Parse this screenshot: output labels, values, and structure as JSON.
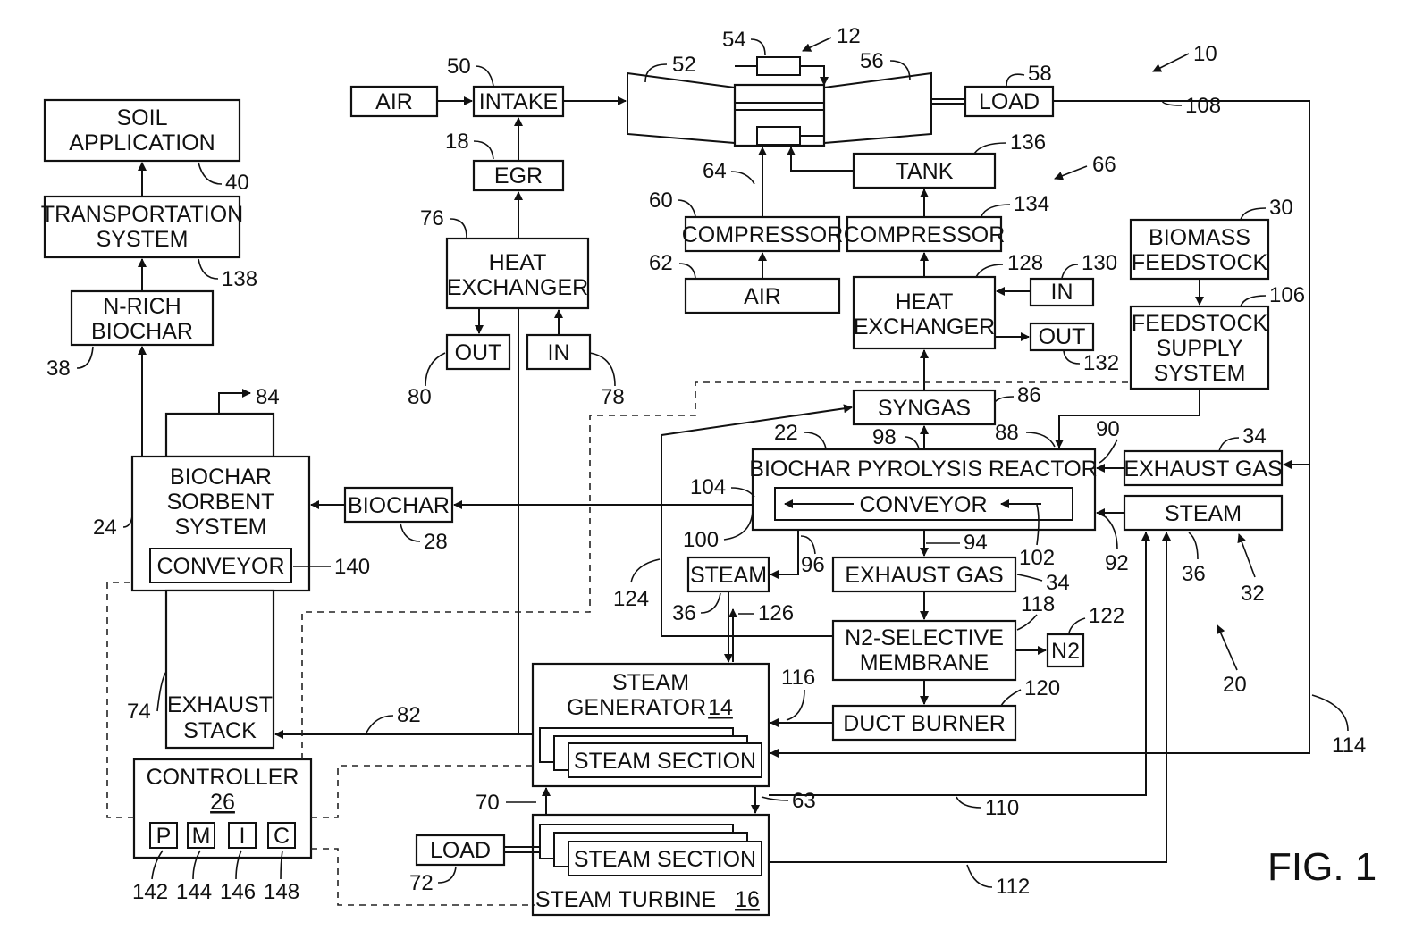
{
  "labels": {
    "air1": "AIR",
    "intake": "INTAKE",
    "egr": "EGR",
    "load1": "LOAD",
    "hx1_a": "HEAT",
    "hx1_b": "EXCHANGER",
    "out1": "OUT",
    "in1": "IN",
    "tank": "TANK",
    "comp1": "COMPRESSOR",
    "comp2": "COMPRESSOR",
    "air2": "AIR",
    "hx2_a": "HEAT",
    "hx2_b": "EXCHANGER",
    "in2": "IN",
    "out2": "OUT",
    "biomass_a": "BIOMASS",
    "biomass_b": "FEEDSTOCK",
    "feed_a": "FEEDSTOCK",
    "feed_b": "SUPPLY",
    "feed_c": "SYSTEM",
    "syngas": "SYNGAS",
    "reactor": "BIOCHAR  PYROLYSIS  REACTOR",
    "conveyor1": "CONVEYOR",
    "exhaust_gas1": "EXHAUST  GAS",
    "steam1": "STEAM",
    "steam2": "STEAM",
    "exhaust_gas2": "EXHAUST  GAS",
    "membrane_a": "N2-SELECTIVE",
    "membrane_b": "MEMBRANE",
    "n2": "N2",
    "duct_burner": "DUCT  BURNER",
    "steamgen_a": "STEAM",
    "steamgen_b": "GENERATOR",
    "steamgen_num": "14",
    "steam_section1": "STEAM    SECTION",
    "steam_section2": "STEAM    SECTION",
    "turbine_a": "STEAM    TURBINE",
    "turbine_num": "16",
    "load2": "LOAD",
    "soil_a": "SOIL",
    "soil_b": "APPLICATION",
    "transport_a": "TRANSPORTATION",
    "transport_b": "SYSTEM",
    "nrich_a": "N-RICH",
    "nrich_b": "BIOCHAR",
    "sorbent_a": "BIOCHAR",
    "sorbent_b": "SORBENT",
    "sorbent_c": "SYSTEM",
    "conveyor2": "CONVEYOR",
    "biochar": "BIOCHAR",
    "stack_a": "EXHAUST",
    "stack_b": "STACK",
    "controller": "CONTROLLER",
    "controller_num": "26",
    "p": "P",
    "m": "M",
    "i": "I",
    "c": "C",
    "fig": "FIG. 1"
  },
  "refs": {
    "r10": "10",
    "r12": "12",
    "r50": "50",
    "r52": "52",
    "r54": "54",
    "r56": "56",
    "r58": "58",
    "r18": "18",
    "r108": "108",
    "r136": "136",
    "r66": "66",
    "r64": "64",
    "r60": "60",
    "r134": "134",
    "r62": "62",
    "r76": "76",
    "r128": "128",
    "r130": "130",
    "r30": "30",
    "r106": "106",
    "r132": "132",
    "r80": "80",
    "r78": "78",
    "r86": "86",
    "r22": "22",
    "r98": "98",
    "r88": "88",
    "r90": "90",
    "r34a": "34",
    "r104": "104",
    "r100": "100",
    "r102": "102",
    "r94": "94",
    "r96": "96",
    "r92": "92",
    "r36a": "36",
    "r32": "32",
    "r124": "124",
    "r34b": "34",
    "r36b": "36",
    "r126": "126",
    "r118": "118",
    "r122": "122",
    "r20": "20",
    "r116": "116",
    "r120": "120",
    "r114": "114",
    "r110": "110",
    "r70": "70",
    "r63": "63",
    "r72": "72",
    "r112": "112",
    "r82": "82",
    "r74": "74",
    "r40": "40",
    "r138": "138",
    "r38": "38",
    "r84": "84",
    "r24": "24",
    "r28": "28",
    "r140": "140",
    "r142": "142",
    "r144": "144",
    "r146": "146",
    "r148": "148"
  }
}
